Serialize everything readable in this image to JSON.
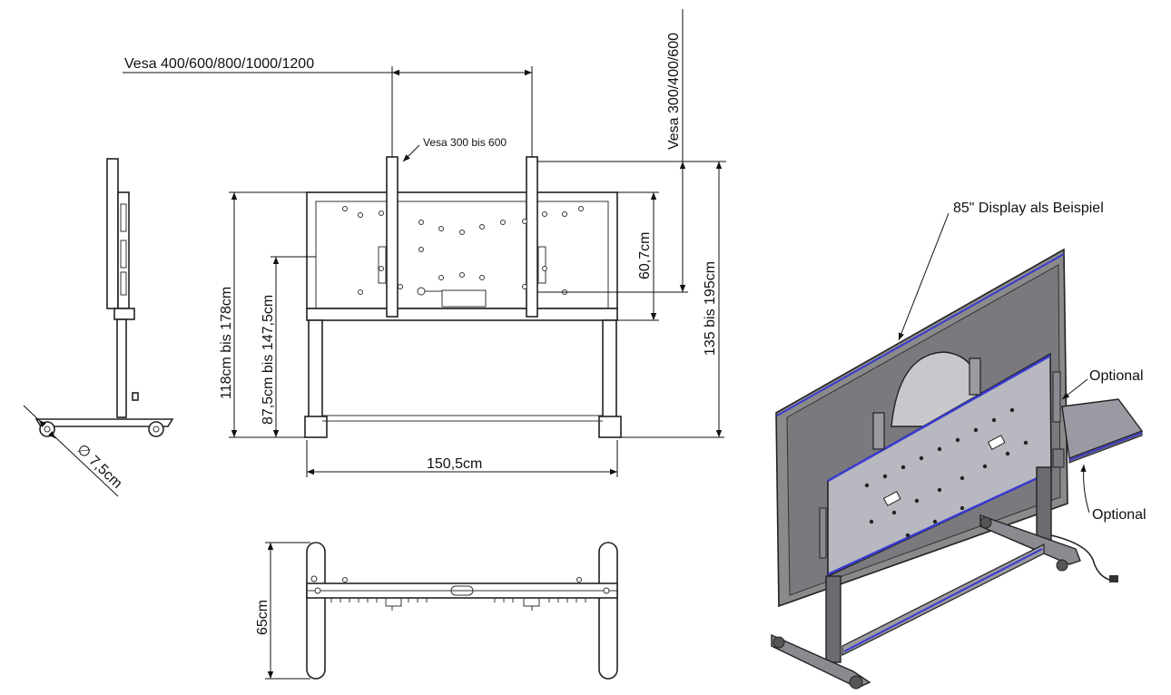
{
  "labels": {
    "vesa_width": "Vesa 400/600/800/1000/1200",
    "vesa_bracket": "Vesa 300 bis 600",
    "vesa_height": "Vesa 300/400/600",
    "bracket_height": "60,7cm",
    "total_height": "135 bis 195cm",
    "upper_height": "118cm  bis  178cm",
    "lower_height": "87,5cm bis 147,5cm",
    "frame_width": "150,5cm",
    "wheel_diameter": "∅ 7,5cm",
    "depth": "65cm",
    "display_example": "85\" Display als Beispiel",
    "optional_top": "Optional",
    "optional_bottom": "Optional"
  },
  "colors": {
    "line": "#222222",
    "display": "#8a8a8a",
    "frame_plate": "#b8b8c0",
    "accent_blue": "#3a3ad0",
    "tray": "#9a9aa2"
  }
}
